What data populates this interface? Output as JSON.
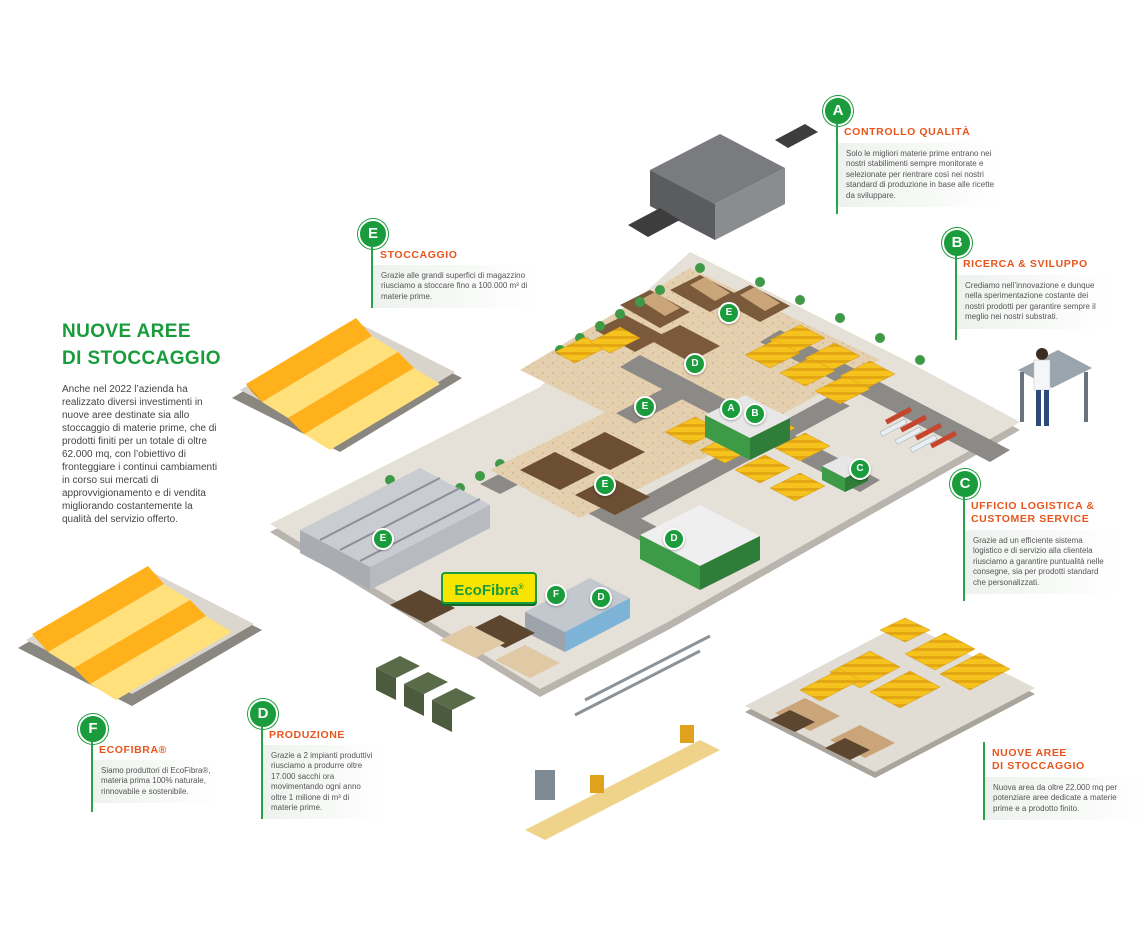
{
  "main": {
    "title_line1": "NUOVE AREE",
    "title_line2": "DI STOCCAGGIO",
    "body": "Anche nel 2022 l’azienda ha realizzato diversi investimenti in nuove aree destinate sia allo stoccaggio di materie prime, che di prodotti finiti per un totale di oltre 62.000 mq, con l’obiettivo di fronteggiare i continui cambiamenti in corso sui mercati di approvvigionamento e di vendita migliorando costantemente la qualità del servizio offerto."
  },
  "callouts": {
    "a": {
      "letter": "A",
      "title": "CONTROLLO QUALITÀ",
      "text": "Solo le migliori materie prime entrano nei nostri stabilimenti sempre monitorate e selezionate per rientrare così nei nostri standard di produzione in base alle ricette da sviluppare."
    },
    "b": {
      "letter": "B",
      "title": "RICERCA & SVILUPPO",
      "text": "Crediamo nell’innovazione e dunque nella sperimentazione costante dei nostri prodotti per garantire sempre il meglio nei nostri substrati."
    },
    "c": {
      "letter": "C",
      "title1": "UFFICIO LOGISTICA &",
      "title2": "CUSTOMER SERVICE",
      "text": "Grazie ad un efficiente sistema logistico e di servizio alla clientela riusciamo a garantire puntualità nelle consegne, sia per prodotti standard che personalizzati."
    },
    "d": {
      "letter": "D",
      "title": "PRODUZIONE",
      "text": "Grazie a 2 impianti produttivi riusciamo a produrre oltre 17.000 sacchi ora movimentando ogni anno oltre 1 milione di m³ di materie prime."
    },
    "e": {
      "letter": "E",
      "title": "STOCCAGGIO",
      "text": "Grazie alle grandi superfici di magazzino riusciamo a stoccare fino a 100.000 m³ di materie prime."
    },
    "f": {
      "letter": "F",
      "title": "ECOFIBRA®",
      "text": "Siamo produttori di EcoFibra®, materia prima 100% naturale, rinnovabile e sostenibile."
    },
    "nuove": {
      "title1": "NUOVE AREE",
      "title2": "DI STOCCAGGIO",
      "text": "Nuova area da oltre 22.000 mq per potenziare aree dedicate a materie prime e a prodotto finito."
    }
  },
  "map_labels": {
    "a": "A",
    "b": "B",
    "c": "C",
    "d": "D",
    "e": "E",
    "f": "F"
  },
  "logo": {
    "name": "EcoFibra",
    "mark": "®"
  },
  "colors": {
    "green": "#1a9b3c",
    "orange": "#e8551c",
    "yellow": "#f7c21a",
    "ground": "#e9e4dc",
    "road": "#8c8a86"
  }
}
